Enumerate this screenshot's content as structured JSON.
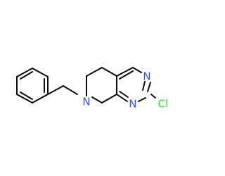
{
  "molecule": {
    "atoms": {
      "n_ring1": "N",
      "n_ring2": "N",
      "n_amine": "N",
      "chlorine": "Cl"
    },
    "colors": {
      "bond": "#000000",
      "nitrogen": "#3050F8",
      "chlorine": "#1FF01F"
    }
  }
}
